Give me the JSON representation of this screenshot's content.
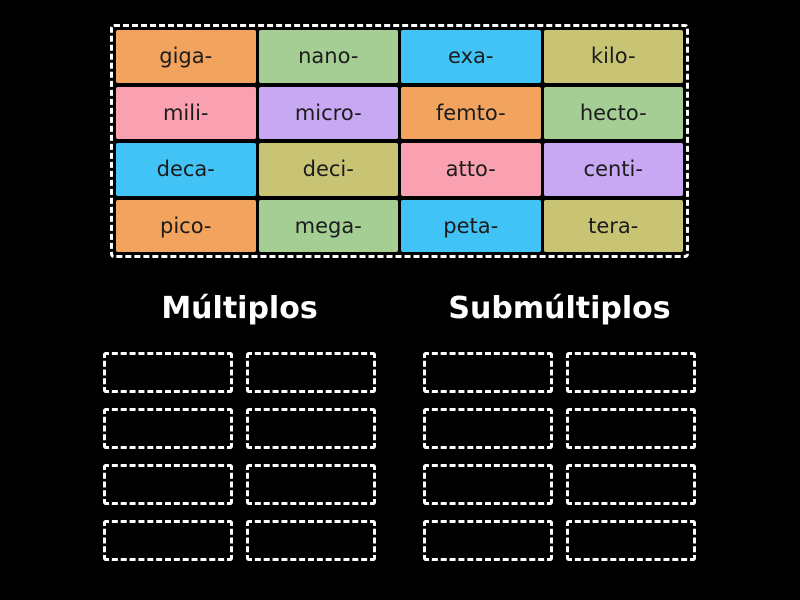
{
  "activity": {
    "type": "group-sort"
  },
  "colors": {
    "background": "#000000",
    "border": "#FFFFFF",
    "tile_text": "#1C1C1C",
    "heading_text": "#FFFFFF",
    "palette": {
      "orange": "#F2A35E",
      "green": "#A5CE94",
      "blue": "#41C3F5",
      "khaki": "#C9C374",
      "pink": "#F9A0B1",
      "purple": "#C8A8F3"
    }
  },
  "tiles": [
    {
      "label": "giga-",
      "color": "#F2A35E"
    },
    {
      "label": "nano-",
      "color": "#A5CE94"
    },
    {
      "label": "exa-",
      "color": "#41C3F5"
    },
    {
      "label": "kilo-",
      "color": "#C9C374"
    },
    {
      "label": "mili-",
      "color": "#F9A0B1"
    },
    {
      "label": "micro-",
      "color": "#C8A8F3"
    },
    {
      "label": "femto-",
      "color": "#F2A35E"
    },
    {
      "label": "hecto-",
      "color": "#A5CE94"
    },
    {
      "label": "deca-",
      "color": "#41C3F5"
    },
    {
      "label": "deci-",
      "color": "#C9C374"
    },
    {
      "label": "atto-",
      "color": "#F9A0B1"
    },
    {
      "label": "centi-",
      "color": "#C8A8F3"
    },
    {
      "label": "pico-",
      "color": "#F2A35E"
    },
    {
      "label": "mega-",
      "color": "#A5CE94"
    },
    {
      "label": "peta-",
      "color": "#41C3F5"
    },
    {
      "label": "tera-",
      "color": "#C9C374"
    }
  ],
  "groups": [
    {
      "label": "Múltiplos",
      "slot_count": 8
    },
    {
      "label": "Submúltiplos",
      "slot_count": 8
    }
  ]
}
